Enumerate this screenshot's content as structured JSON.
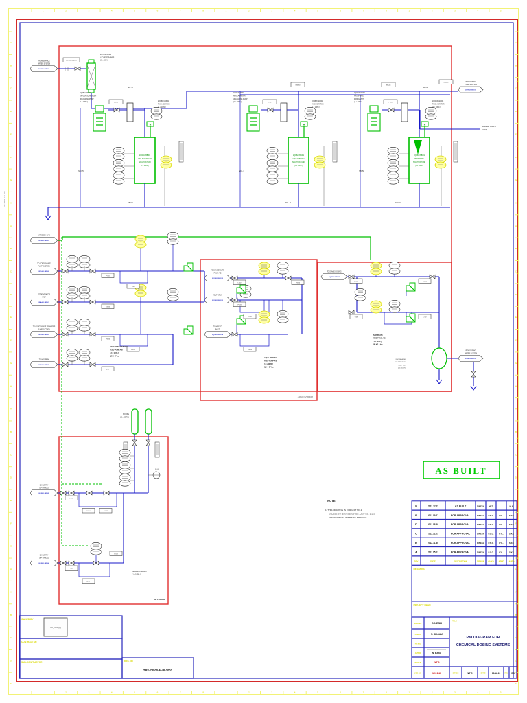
{
  "stamp": "AS BUILT",
  "page": {
    "drawing_no": "TPS-73500-M-PI-1001",
    "edge_note": "TPS-73500-M-PI-1001"
  },
  "grid": {
    "top": [
      "1",
      "2",
      "3",
      "4",
      "5",
      "6",
      "7",
      "8"
    ],
    "side": [
      "A",
      "B",
      "C",
      "D",
      "E",
      "F",
      "G",
      "H"
    ],
    "fold_mark": "+"
  },
  "notes": {
    "title": "NOTE",
    "lines": [
      "1. THIS DRAWING IS FOR UNIT NO.1.",
      "UNLESS OTHERWISE NOTED, UNIT NO. 2 & 3",
      "ARE IDENTICAL WITH THIS DRAWING."
    ]
  },
  "revisions": {
    "header": {
      "rev": "REV",
      "date": "DATE",
      "desc": "DESCRIPTION",
      "drawn": "DRAWN",
      "chkd": "CHKD",
      "appd1": "APPD",
      "appd2": "APPD"
    },
    "rows": [
      {
        "rev": "F",
        "date": "2013.12.11",
        "desc": "AS BUILT",
        "drawn": "DINESH",
        "chkd": "MKD",
        "appd1": "",
        "appd2": "M.A."
      },
      {
        "rev": "E",
        "date": "2013.09.27",
        "desc": "FOR APPROVAL",
        "drawn": "DINESH",
        "chkd": "P.S.C.",
        "appd1": "KYL.",
        "appd2": "S.KP."
      },
      {
        "rev": "D",
        "date": "2013.08.30",
        "desc": "FOR APPROVAL",
        "drawn": "DINESH",
        "chkd": "P.S.C.",
        "appd1": "KYL.",
        "appd2": "S.KP."
      },
      {
        "rev": "C",
        "date": "2012.12.05",
        "desc": "FOR APPROVAL",
        "drawn": "DINESH",
        "chkd": "P.S.C.",
        "appd1": "KYL.",
        "appd2": "S.KP."
      },
      {
        "rev": "B",
        "date": "2012.11.30",
        "desc": "FOR APPROVAL",
        "drawn": "DINESH",
        "chkd": "P.S.C.",
        "appd1": "KYL.",
        "appd2": "S.KP."
      },
      {
        "rev": "A",
        "date": "2012.05.07",
        "desc": "FOR APPROVAL",
        "drawn": "DINESH",
        "chkd": "P.S.C.",
        "appd1": "KYL.",
        "appd2": "S.KP."
      }
    ]
  },
  "title_block": {
    "labels": {
      "drawn": "DRAWN",
      "chkd": "CHK'D",
      "revd": "REV'D",
      "appd": "APP'D",
      "scale": "SCALE",
      "job": "JOB NO",
      "stage": "STAGE",
      "date": "DATE",
      "rev": "REV",
      "title": "TITLE",
      "project": "PROJECT NAME",
      "remarks": "REMARKS"
    },
    "values": {
      "drawn": "DINESH",
      "chkd": "N. SELVAM",
      "revd": "",
      "appd": "N. BABU",
      "scale": "NTS",
      "job": "120140",
      "stage": "NTC",
      "date": "13.12.11",
      "rev": "S0"
    },
    "title_lines": [
      "P&I DIAGRAM FOR",
      "CHEMICAL DOSING SYSTEMS"
    ]
  },
  "owner_block": {
    "owned_by": "OWNED BY",
    "contractor": "CONTRACTOR",
    "sub_contractor": "SUB-CONTRACTOR",
    "drg_label": "DRG. NO",
    "drg_no": "TPS-73500-M-PI-1001",
    "logo_text": "dvc_pwhu.jpg"
  },
  "connectors": [
    {
      "label": [
        "FROM SERVICE",
        "WATER SYSTEM"
      ],
      "tag": "2GHC10 BR010"
    },
    {
      "label": [
        "PTW DOSING",
        "PUMP SUCTION"
      ],
      "tag": "2GHC20 BR011"
    },
    {
      "label": [
        "NITROGEN GAS"
      ],
      "tag": "2QJB10 BR001"
    },
    {
      "label": [
        "TO CONDENSATE",
        "PUMP SUCTION"
      ],
      "tag": "2LCA10 BR020"
    },
    {
      "label": [
        "TO DEAERATOR",
        "UNIT"
      ],
      "tag": "2LAA30 BR021"
    },
    {
      "label": [
        "TO CONDENSATE TRANSFER",
        "PUMP SUCTION"
      ],
      "tag": "2LCA20 BR022"
    },
    {
      "label": [
        "TO HP DRUM"
      ],
      "tag": "2HAD10 BR023"
    },
    {
      "label": [
        "TO CONDENSATE",
        "PUMP A/B"
      ],
      "tag": "2QCB20 BR012"
    },
    {
      "label": [
        "TO LP DRUM"
      ],
      "tag": "2QCB20 BR013"
    },
    {
      "label": [
        "TO HP ECO",
        "INLET"
      ],
      "tag": "2QCB20 BR014"
    },
    {
      "label": [
        "TO STAGE DOSING"
      ],
      "tag": "2QCB30 BR015"
    },
    {
      "label": [
        "PTW DOSING",
        "WATER SYSTEM"
      ],
      "tag": "2GHC30 BR016"
    },
    {
      "label": [
        "N2 SUPPLY",
        "(LP RANGE)"
      ],
      "tag": "2QJB20 BR005"
    },
    {
      "label": [
        "N2 SUPPLY",
        "(HP RANGE)"
      ],
      "tag": "2QJB30 BR006"
    }
  ],
  "normal_supply_label": [
    "NORMAL SUPPLY",
    "(UNIT)"
  ],
  "strainer_label": [
    "2GHC10 AT001",
    "Y-TYPE STRAINER",
    "[ 1 x 100% ]"
  ],
  "trains": [
    {
      "pump_label": [
        "2QCB10 AP001",
        "OXYGEN SCAVENGER",
        "UNLOADING PUMP",
        "[ 1 x 100% ]"
      ],
      "agitator_label": [
        "2QCB10 AM001",
        "TANK AGITATOR",
        "[ 1 x 100% ]"
      ],
      "tank_label": [
        "2QCB10 BB001",
        "OXY. SCAVENGER",
        "SOLUTION TANK",
        "[ 1 x 100% ]"
      ],
      "mixer": "M"
    },
    {
      "pump_label": [
        "2QCB20 AP001",
        "AQUA AMMONIA",
        "UNLOADING PUMP",
        "[ 1 x 100% ]"
      ],
      "agitator_label": [
        "2QCB20 AM001",
        "TANK AGITATOR",
        "[ 1 x 100% ]"
      ],
      "tank_label": [
        "2QCB20 BB001",
        "AQUA AMMONIA",
        "SOLUTION TANK",
        "[ 1 x 100% ]"
      ],
      "mixer": "M"
    },
    {
      "pump_label": [
        "2QCB30 AP001",
        "PHOSPHATE",
        "MIXING UNIT",
        "[ 1 x 100% ]"
      ],
      "agitator_label": [
        "2QCB30 AM001",
        "TANK AGITATOR",
        "[ 1 x 100% ]"
      ],
      "tank_label": [
        "2QCB30 BB001",
        "PHOSPHATE",
        "SOLUTION TANK",
        "[ 1 x 100% ]"
      ],
      "mixer": "M"
    }
  ],
  "clusters": {
    "c1_caption": [
      "OXYGEN SCAVENGER",
      "FEED PUMP A/B",
      "[ 2 x 100% ]",
      "Q/H # 27 bar"
    ],
    "c2_caption": [
      "AQUA AMMONIA",
      "FEED PUMP A/B",
      "[ 2 x 100% ]",
      "Q/H # 27 bar"
    ],
    "c2_corner": "AMMONIA DOSE",
    "c3_caption": [
      "PHOSPHATE",
      "FEED PUMP A/B",
      "[ 1 x 100% ]",
      "Q/H # 2.5 bar"
    ],
    "jet_caption": [
      "2QCB30 AP002",
      "N2 WATER JET",
      "PUMP UNIT",
      "[ 1 x 100% ]"
    ]
  },
  "n2": {
    "pipe_label": [
      "N2 PIPE",
      "[ 2 x SETS ]"
    ],
    "unit_label": [
      "O2 ANALYZER UNIT",
      "[ 1 x 100% ]"
    ],
    "pi_label": [
      "PI 01",
      "2 barg"
    ],
    "corner": "N2 FILLING"
  },
  "instrument_tags": [
    "LS 01",
    "LI 02",
    "PI 03",
    "FI 04",
    "LG 05",
    "PS 06",
    "AI 07",
    "TI 08"
  ],
  "pipe_tags": [
    "MC→3",
    "NB=50",
    "NB=25",
    "MC→3",
    "NB=50",
    "MC→3",
    "NB=25",
    "NB=50"
  ],
  "inline_tags": [
    "2GHC10 AA001",
    "NB=50",
    "2QCB AA01",
    "NB=25"
  ],
  "colors": {
    "pipe_blue": "#1818c8",
    "equip_green": "#00bf00",
    "zone_red": "#e03030",
    "highlight_yellow": "#ffffa3",
    "frame_yellow": "#e0e000",
    "stamp_green": "#00cc00"
  }
}
